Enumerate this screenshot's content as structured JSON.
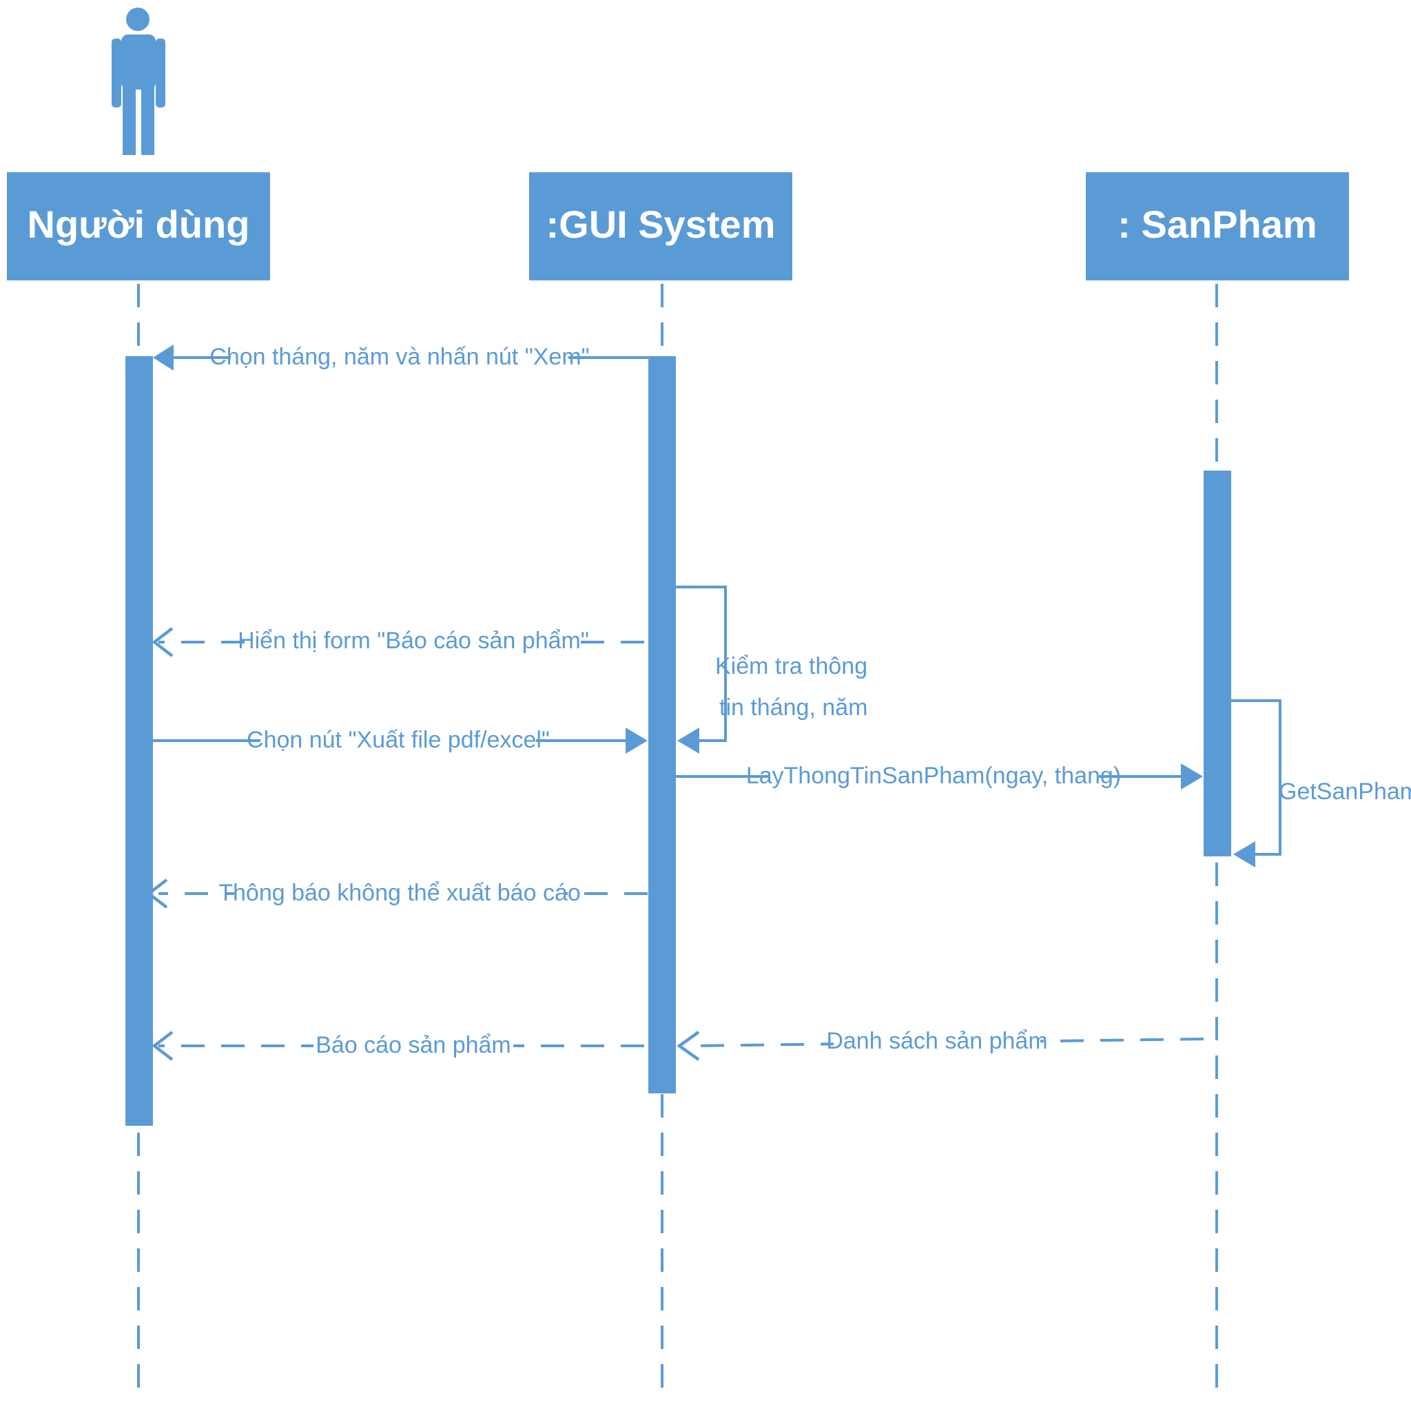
{
  "participants": [
    {
      "id": "user",
      "label": "Người dùng",
      "is_actor": true
    },
    {
      "id": "gui",
      "label": ":GUI System",
      "is_actor": false
    },
    {
      "id": "sanpham",
      "label": ": SanPham",
      "is_actor": false
    }
  ],
  "messages": [
    {
      "id": "m1",
      "label": "Chọn tháng, năm và nhấn nút \"Xem\"",
      "from": "gui",
      "to": "user",
      "style": "solid"
    },
    {
      "id": "m2",
      "label": "Hiển thị form \"Báo cáo sản phẩm\"",
      "from": "gui",
      "to": "user",
      "style": "dashed"
    },
    {
      "id": "m3",
      "label": "Chọn nút \"Xuất file pdf/excel\"",
      "from": "user",
      "to": "gui",
      "style": "solid"
    },
    {
      "id": "m4",
      "label": "LayThongTinSanPham(ngay, thang)",
      "from": "gui",
      "to": "sanpham",
      "style": "solid"
    },
    {
      "id": "m5",
      "label": "Thông báo không thể xuất báo cáo",
      "from": "gui",
      "to": "user",
      "style": "dashed"
    },
    {
      "id": "m6",
      "label": "Báo cáo sản phẩm",
      "from": "gui",
      "to": "user",
      "style": "dashed"
    },
    {
      "id": "m7",
      "label": "Danh sách sản phẩm",
      "from": "sanpham",
      "to": "gui",
      "style": "dashed"
    }
  ],
  "self_messages": [
    {
      "id": "s1",
      "label_lines": [
        "Kiểm tra thông",
        "tin tháng, năm"
      ],
      "on": "gui"
    },
    {
      "id": "s2",
      "label": "GetSanPham()",
      "on": "sanpham"
    }
  ],
  "colors": {
    "primary": "#5B9BD5",
    "text_on_primary": "#ffffff",
    "background": "#ffffff"
  }
}
